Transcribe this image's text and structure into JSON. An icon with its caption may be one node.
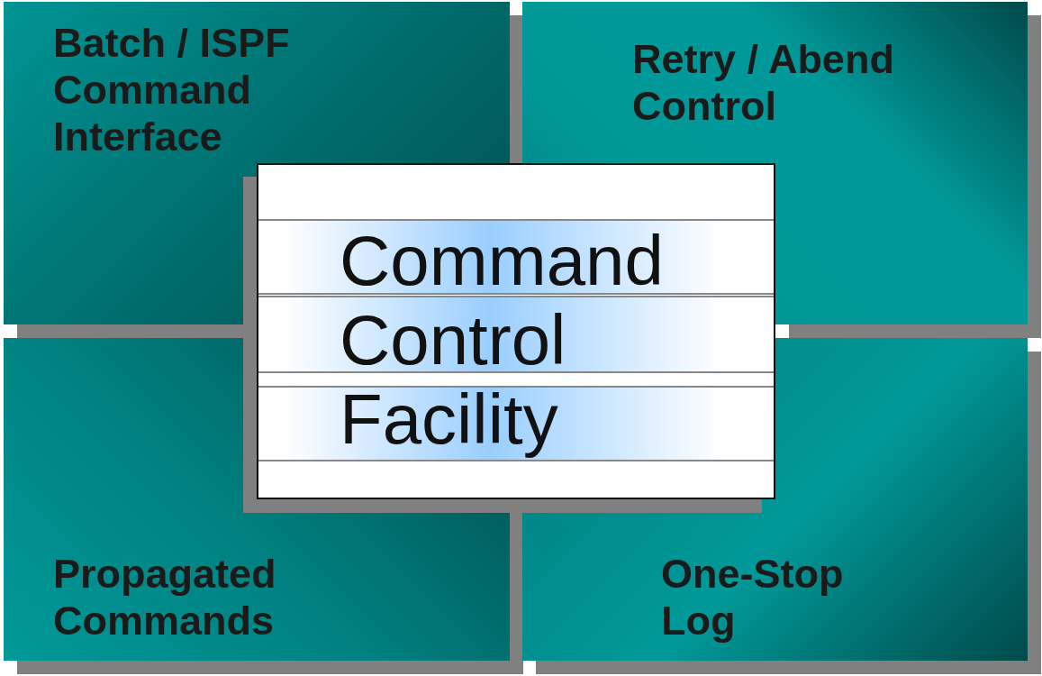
{
  "diagram": {
    "nodes": [
      {
        "text": [
          "Batch / ISPF Command Interface"
        ]
      },
      {
        "text": [
          "Retry / Abend Control"
        ]
      },
      {
        "text": [
          "Command Control Facility"
        ]
      },
      {
        "text": [
          "Propagated Commands"
        ]
      },
      {
        "text": [
          "One-Stop Log"
        ]
      }
    ]
  }
}
